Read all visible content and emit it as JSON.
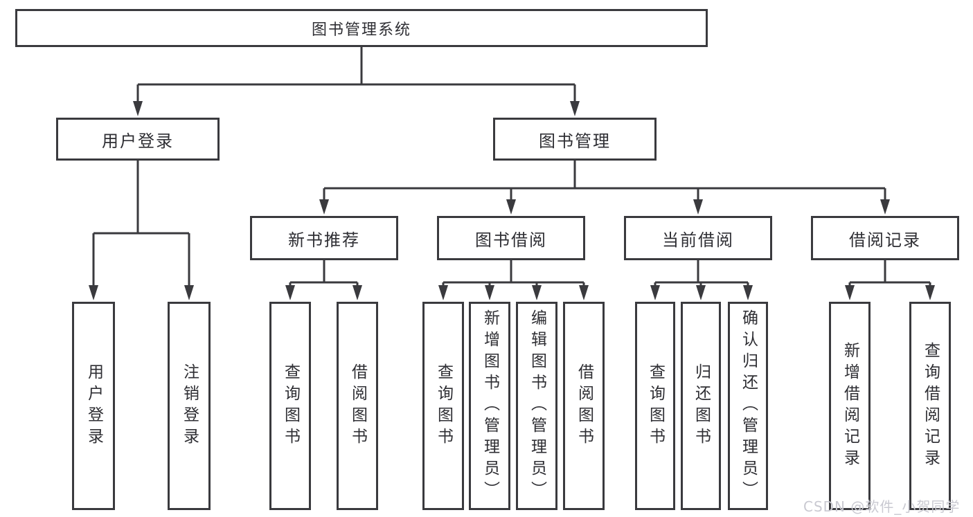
{
  "diagram": {
    "root": {
      "label": "图书管理系统"
    },
    "branches": [
      {
        "id": "user-login",
        "label": "用户登录",
        "children": [
          "用户登录",
          "注销登录"
        ]
      },
      {
        "id": "book-management",
        "label": "图书管理",
        "children": [
          {
            "id": "new-book-recommend",
            "label": "新书推荐",
            "children": [
              "查询图书",
              "借阅图书"
            ]
          },
          {
            "id": "book-borrow",
            "label": "图书借阅",
            "children": [
              "查询图书",
              "新增图书（管理员）",
              "编辑图书（管理员）",
              "借阅图书"
            ]
          },
          {
            "id": "current-borrow",
            "label": "当前借阅",
            "children": [
              "查询图书",
              "归还图书",
              "确认归还（管理员）"
            ]
          },
          {
            "id": "borrow-records",
            "label": "借阅记录",
            "children": [
              "新增借阅记录",
              "查询借阅记录"
            ]
          }
        ]
      }
    ],
    "watermark": "CSDN @软件_小贺同学",
    "colors": {
      "line": "#3a3a3e",
      "box_border": "#3a3a3e",
      "text": "#2e2e33",
      "watermark": "#c9c9d1",
      "background": "#ffffff"
    }
  }
}
